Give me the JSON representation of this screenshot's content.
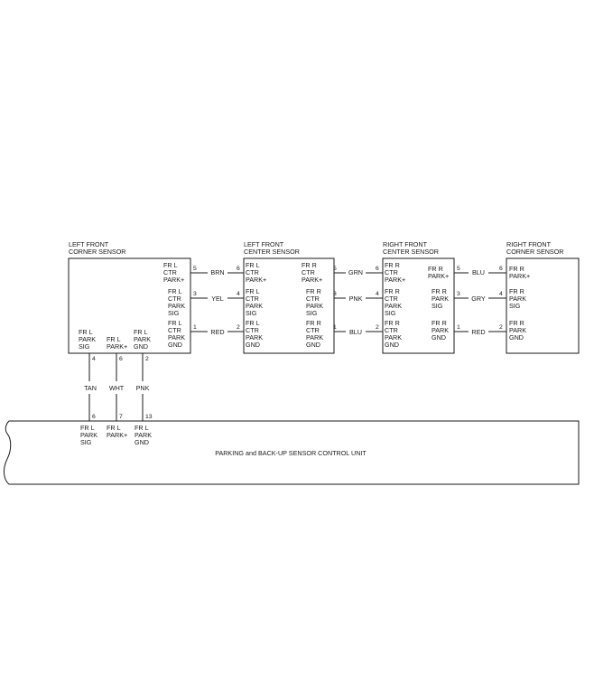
{
  "modules": {
    "lfc": {
      "title": [
        "LEFT FRONT",
        "CORNER SENSOR"
      ]
    },
    "lfcc": {
      "title": [
        "LEFT FRONT",
        "CENTER SENSOR"
      ]
    },
    "rfcc": {
      "title": [
        "RIGHT FRONT",
        "CENTER SENSOR"
      ]
    },
    "rfc": {
      "title": [
        "RIGHT FRONT",
        "CORNER SENSOR"
      ]
    },
    "control_unit": {
      "title": "PARKING and BACK-UP SENSOR CONTROL UNIT"
    }
  },
  "labels": {
    "lfc_right": [
      [
        "FR L",
        "CTR",
        "PARK+"
      ],
      [
        "FR L",
        "CTR",
        "PARK",
        "SIG"
      ],
      [
        "FR L",
        "CTR",
        "PARK",
        "GND"
      ]
    ],
    "lfc_bottom": [
      [
        "FR L",
        "PARK",
        "SIG"
      ],
      [
        "FR L",
        "PARK+"
      ],
      [
        "FR L",
        "PARK",
        "GND"
      ]
    ],
    "lfcc_left": [
      [
        "FR L",
        "CTR",
        "PARK+"
      ],
      [
        "FR L",
        "CTR",
        "PARK",
        "SIG"
      ],
      [
        "FR L",
        "CTR",
        "PARK",
        "GND"
      ]
    ],
    "lfcc_right": [
      [
        "FR R",
        "CTR",
        "PARK+"
      ],
      [
        "FR R",
        "CTR",
        "PARK",
        "SIG"
      ],
      [
        "FR R",
        "CTR",
        "PARK",
        "GND"
      ]
    ],
    "rfcc_left": [
      [
        "FR R",
        "CTR",
        "PARK+"
      ],
      [
        "FR R",
        "CTR",
        "PARK",
        "SIG"
      ],
      [
        "FR R",
        "CTR",
        "PARK",
        "GND"
      ]
    ],
    "rfcc_right": [
      [
        "FR R",
        "PARK+"
      ],
      [
        "FR R",
        "PARK",
        "SIG"
      ],
      [
        "FR R",
        "PARK",
        "GND"
      ]
    ],
    "rfc_left": [
      [
        "FR R",
        "PARK+"
      ],
      [
        "FR R",
        "PARK",
        "SIG"
      ],
      [
        "FR R",
        "PARK",
        "GND"
      ]
    ],
    "cu_top": [
      [
        "FR L",
        "PARK",
        "SIG"
      ],
      [
        "FR L",
        "PARK+"
      ],
      [
        "FR L",
        "PARK",
        "GND"
      ]
    ]
  },
  "wires": {
    "seg1": [
      {
        "color": "BRN",
        "pin_a": "5",
        "pin_b": "6"
      },
      {
        "color": "YEL",
        "pin_a": "3",
        "pin_b": "4"
      },
      {
        "color": "RED",
        "pin_a": "1",
        "pin_b": "2"
      }
    ],
    "seg2": [
      {
        "color": "GRN",
        "pin_a": "5",
        "pin_b": "6"
      },
      {
        "color": "PNK",
        "pin_a": "3",
        "pin_b": "4"
      },
      {
        "color": "BLU",
        "pin_a": "1",
        "pin_b": "2"
      }
    ],
    "seg3": [
      {
        "color": "BLU",
        "pin_a": "5",
        "pin_b": "6"
      },
      {
        "color": "GRY",
        "pin_a": "3",
        "pin_b": "4"
      },
      {
        "color": "RED",
        "pin_a": "1",
        "pin_b": "2"
      }
    ],
    "vertical": [
      {
        "color": "TAN",
        "pin_top": "4",
        "pin_bottom": "6"
      },
      {
        "color": "WHT",
        "pin_top": "6",
        "pin_bottom": "7"
      },
      {
        "color": "PNK",
        "pin_top": "2",
        "pin_bottom": "13"
      }
    ]
  }
}
